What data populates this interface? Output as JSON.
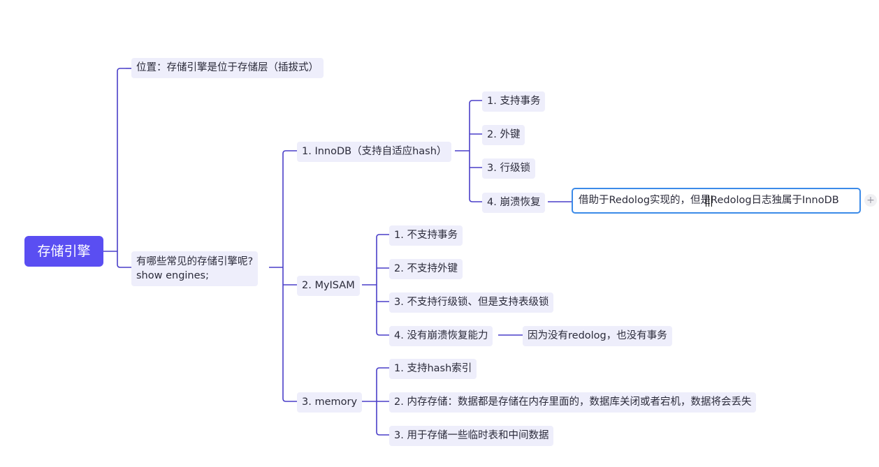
{
  "mindmap": {
    "root": {
      "label": "存储引擎"
    },
    "position": {
      "label": "位置：存储引擎是位于存储层（插拔式）"
    },
    "common": {
      "line1": "有哪些常见的存储引擎呢?",
      "line2": "show engines;"
    },
    "innodb": {
      "label": "1. InnoDB（支持自适应hash）",
      "children": [
        "1. 支持事务",
        "2. 外键",
        "3. 行级锁",
        "4. 崩溃恢复"
      ],
      "crash_note": "借助于Redolog实现的，但是Redolog日志独属于InnoDB"
    },
    "myisam": {
      "label": "2. MyISAM",
      "children": [
        "1. 不支持事务",
        "2. 不支持外键",
        "3. 不支持行级锁、但是支持表级锁",
        "4. 没有崩溃恢复能力"
      ],
      "crash_note": "因为没有redolog，也没有事务"
    },
    "memory": {
      "label": "3. memory",
      "children": [
        "1. 支持hash索引",
        "2. 内存存储：数据都是存储在内存里面的，数据库关闭或者宕机，数据将会丢失",
        "3. 用于存储一些临时表和中间数据"
      ]
    },
    "add_button": "+"
  },
  "colors": {
    "root_fill": "#5a4ef2",
    "node_fill": "#eeeefb",
    "edge": "#4a3fc8",
    "selected_border": "#3b8ae8"
  }
}
